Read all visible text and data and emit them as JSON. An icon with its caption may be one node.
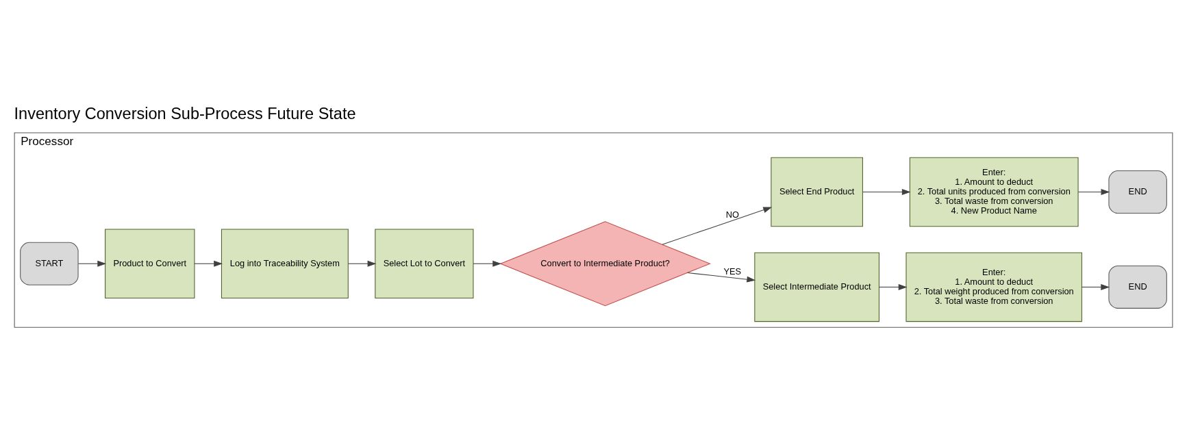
{
  "diagram": {
    "title": "Inventory Conversion Sub-Process Future State",
    "nodes": [
      {
        "text": [
          "Processor"
        ]
      },
      {
        "text": [
          "START"
        ],
        "in": 0
      },
      {
        "text": [
          "Product to Convert"
        ],
        "in": 0
      },
      {
        "text": [
          "Log into Traceability System"
        ],
        "in": 0
      },
      {
        "text": [
          "Select Lot to Convert"
        ],
        "in": 0
      },
      {
        "text": [
          "Convert to Intermediate Product?"
        ],
        "in": 0
      },
      {
        "text": [
          "Select Intermediate Product"
        ],
        "in": 0
      },
      {
        "text": [
          "Enter:",
          "1. Amount to deduct",
          "2. Total weight produced from conversion",
          "3. Total waste from conversion"
        ],
        "in": 0
      },
      {
        "text": [
          "END"
        ],
        "in": 0
      },
      {
        "text": [
          "Select End Product"
        ],
        "in": 0
      },
      {
        "text": [
          "Enter:",
          "1. Amount to deduct",
          "2. Total units produced from conversion",
          "3. Total waste from conversion",
          "4. New Product Name"
        ],
        "in": 0
      },
      {
        "text": [
          "END"
        ],
        "in": 0
      }
    ],
    "edges": [
      {
        "from": 1,
        "to": 2,
        "arrow": "to"
      },
      {
        "from": 2,
        "to": 3,
        "arrow": "to"
      },
      {
        "from": 3,
        "to": 4,
        "arrow": "to"
      },
      {
        "from": 4,
        "to": 5,
        "arrow": "to"
      },
      {
        "from": 5,
        "to": 6,
        "arrow": "to",
        "label": "YES"
      },
      {
        "from": 6,
        "to": 7,
        "arrow": "to"
      },
      {
        "from": 7,
        "to": 8,
        "arrow": "to"
      },
      {
        "from": 5,
        "to": 9,
        "arrow": "to",
        "label": "NO"
      },
      {
        "from": 9,
        "to": 10,
        "arrow": "to"
      },
      {
        "from": 10,
        "to": 11,
        "arrow": "to"
      }
    ]
  }
}
